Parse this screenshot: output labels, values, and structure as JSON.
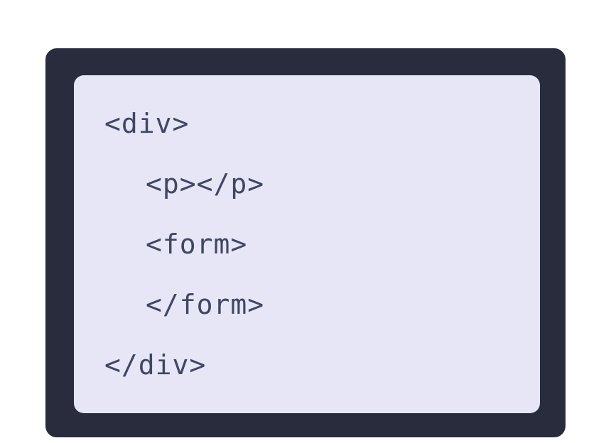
{
  "code_card": {
    "lines": [
      {
        "text": "<div>",
        "indent": 0
      },
      {
        "text": "<p></p>",
        "indent": 1
      },
      {
        "text": "<form>",
        "indent": 1
      },
      {
        "text": "</form>",
        "indent": 1
      },
      {
        "text": "</div>",
        "indent": 0
      }
    ],
    "colors": {
      "page_bg": "#ffffff",
      "card_bg": "#282c3c",
      "card_border": "#ffffff",
      "panel_bg": "#e6e6f6",
      "text": "#414663"
    }
  }
}
